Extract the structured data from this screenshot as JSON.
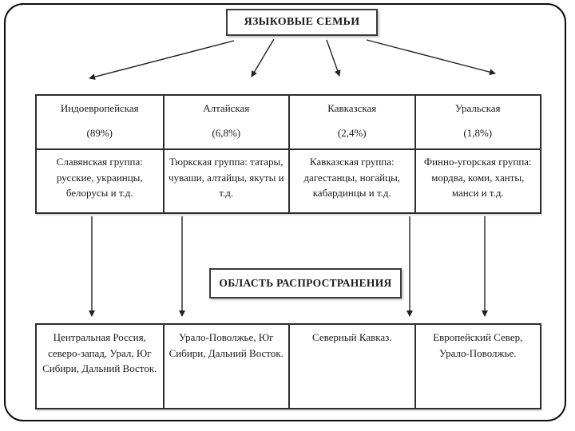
{
  "page": {
    "title": "ЯЗЫКОВЫЕ СЕМЬИ",
    "area_label": "ОБЛАСТЬ РАСПРОСТРАНЕНИЯ"
  },
  "colors": {
    "text": "#1a1a1a",
    "border": "#2e2e2e",
    "background": "#ffffff"
  },
  "families": [
    {
      "name": "Индоевропейская",
      "percent": "(89%)",
      "group": "Славянская группа: русские, украинцы, белорусы и т.д.",
      "region": "Центральная Россия, северо-запад, Урал, Юг Сибири, Дальний Восток."
    },
    {
      "name": "Алтайская",
      "percent": "(6,8%)",
      "group": "Тюркская группа: татары, чуваши, алтайцы, якуты и т.д.",
      "region": "Урало-Поволжье, Юг Сибири, Дальний Восток."
    },
    {
      "name": "Кавказская",
      "percent": "(2,4%)",
      "group": "Кавказская группа: дагестанцы, ногайцы, кабардинцы и т.д.",
      "region": "Северный Кавказ."
    },
    {
      "name": "Уральская",
      "percent": "(1,8%)",
      "group": "Финно-угорская группа: мордва, коми, ханты, манси и т.д.",
      "region": "Европейский Север, Урало-Поволжье."
    }
  ]
}
